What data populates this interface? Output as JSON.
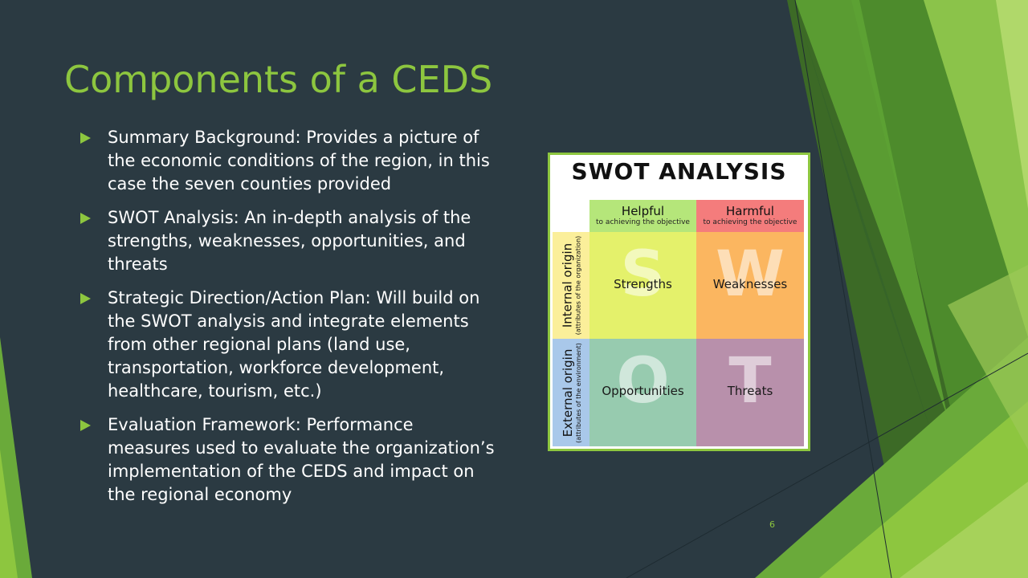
{
  "slide": {
    "title": "Components of a CEDS",
    "bullets": [
      "Summary Background: Provides a picture of the economic conditions of the region, in this case the seven counties provided",
      "SWOT Analysis: An in-depth analysis of the strengths, weaknesses, opportunities, and threats",
      "Strategic Direction/Action Plan: Will build on the SWOT analysis and integrate elements from other regional plans (land use, transportation, workforce development, healthcare, tourism, etc.)",
      "Evaluation Framework: Performance measures used to evaluate the organization’s implementation of the CEDS and impact on the regional economy"
    ],
    "page_number": "6",
    "accent_color": "#8dc63f",
    "background_color": "#2b3a42"
  },
  "swot": {
    "title": "SWOT ANALYSIS",
    "col_headers": [
      {
        "label": "Helpful",
        "sub": "to achieving the objective",
        "color": "#b5e67a"
      },
      {
        "label": "Harmful",
        "sub": "to achieving the objective",
        "color": "#f47c7c"
      }
    ],
    "row_headers": [
      {
        "label": "Internal origin",
        "sub": "(attributes of the organization)",
        "color": "#fbef9a"
      },
      {
        "label": "External origin",
        "sub": "(attributes of the environment)",
        "color": "#a9c8ea"
      }
    ],
    "quadrants": [
      {
        "letter": "S",
        "label": "Strengths",
        "color": "#e4f16b"
      },
      {
        "letter": "W",
        "label": "Weaknesses",
        "color": "#fbb660"
      },
      {
        "letter": "O",
        "label": "Opportunities",
        "color": "#97cbaf"
      },
      {
        "letter": "T",
        "label": "Threats",
        "color": "#b890ab"
      }
    ]
  }
}
